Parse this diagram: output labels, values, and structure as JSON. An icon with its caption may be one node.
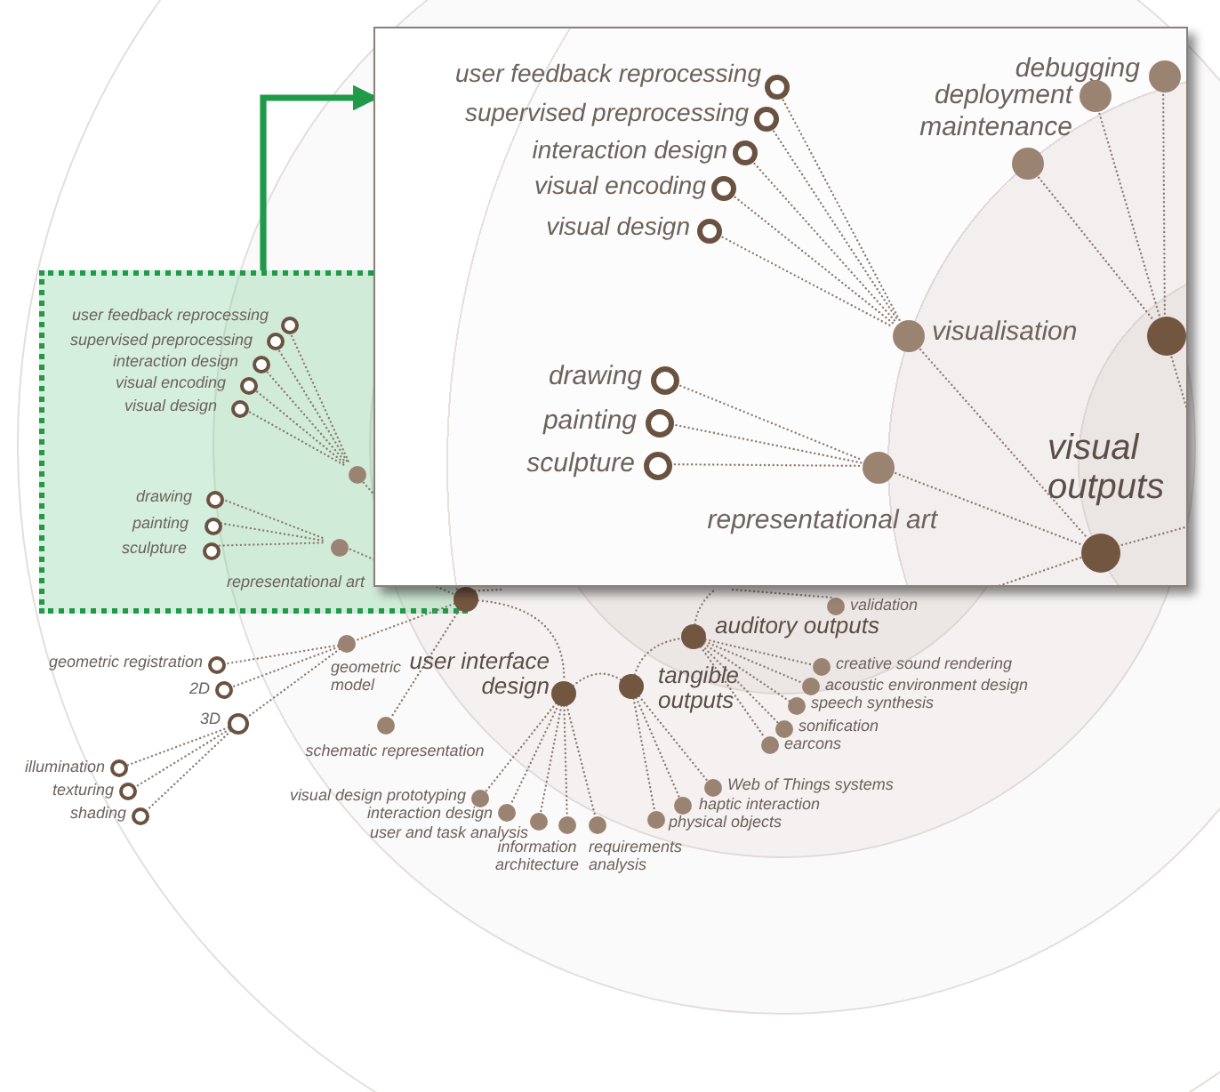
{
  "diagram": {
    "nodes": [
      {
        "text": [],
        "shape": "box"
      },
      {
        "text": [],
        "shape": "ring",
        "beside": [
          "user feedback reprocessing"
        ],
        "in": 0
      },
      {
        "text": [],
        "shape": "ring",
        "beside": [
          "supervised preprocessing"
        ],
        "in": 0
      },
      {
        "text": [],
        "shape": "ring",
        "beside": [
          "interaction design"
        ],
        "in": 0
      },
      {
        "text": [],
        "shape": "ring",
        "beside": [
          "visual encoding"
        ],
        "in": 0
      },
      {
        "text": [],
        "shape": "ring",
        "beside": [
          "visual design"
        ],
        "in": 0
      },
      {
        "text": [],
        "shape": "circle",
        "beside": [
          "debugging"
        ],
        "in": 0
      },
      {
        "text": [],
        "shape": "circle",
        "beside": [
          "deployment"
        ],
        "in": 0
      },
      {
        "text": [],
        "shape": "circle",
        "beside": [
          "maintenance"
        ],
        "in": 0
      },
      {
        "text": [],
        "shape": "circle",
        "beside": [
          "visualisation"
        ],
        "in": 0
      },
      {
        "text": [],
        "shape": "circle",
        "in": 0
      },
      {
        "text": [],
        "shape": "ring",
        "beside": [
          "drawing"
        ],
        "in": 0
      },
      {
        "text": [],
        "shape": "ring",
        "beside": [
          "painting"
        ],
        "in": 0
      },
      {
        "text": [],
        "shape": "ring",
        "beside": [
          "sculpture"
        ],
        "in": 0
      },
      {
        "text": [],
        "shape": "circle",
        "beside": [
          "visual outputs"
        ],
        "in": 0
      },
      {
        "text": [],
        "shape": "circle",
        "beside": [
          "representational art"
        ],
        "in": 0
      },
      {
        "text": [],
        "shape": "box"
      },
      {
        "text": [],
        "shape": "ring",
        "beside": [
          "user feedback reprocessing"
        ],
        "in": 16
      },
      {
        "text": [],
        "shape": "ring",
        "beside": [
          "supervised preprocessing"
        ],
        "in": 16
      },
      {
        "text": [],
        "shape": "ring",
        "beside": [
          "interaction design"
        ],
        "in": 16
      },
      {
        "text": [],
        "shape": "ring",
        "beside": [
          "visual encoding"
        ],
        "in": 16
      },
      {
        "text": [],
        "shape": "ring",
        "beside": [
          "visual design"
        ],
        "in": 16
      },
      {
        "text": [],
        "shape": "circle",
        "in": 16
      },
      {
        "text": [],
        "shape": "ring",
        "beside": [
          "drawing"
        ],
        "in": 16
      },
      {
        "text": [],
        "shape": "ring",
        "beside": [
          "painting"
        ],
        "in": 16
      },
      {
        "text": [],
        "shape": "ring",
        "beside": [
          "sculpture"
        ],
        "in": 16
      },
      {
        "text": [],
        "shape": "circle",
        "beside": [
          "representational art"
        ],
        "in": 16
      },
      {
        "text": [],
        "shape": "circle"
      },
      {
        "text": [],
        "shape": "circle",
        "beside": [
          "geometric model"
        ]
      },
      {
        "text": [],
        "shape": "ring",
        "beside": [
          "geometric registration"
        ]
      },
      {
        "text": [],
        "shape": "ring",
        "beside": [
          "2D"
        ]
      },
      {
        "text": [],
        "shape": "ring",
        "beside": [
          "3D"
        ]
      },
      {
        "text": [],
        "shape": "ring",
        "beside": [
          "illumination"
        ]
      },
      {
        "text": [],
        "shape": "ring",
        "beside": [
          "texturing"
        ]
      },
      {
        "text": [],
        "shape": "ring",
        "beside": [
          "shading"
        ]
      },
      {
        "text": [],
        "shape": "circle",
        "beside": [
          "schematic representation"
        ]
      },
      {
        "text": [],
        "shape": "circle",
        "beside": [
          "user interface design"
        ]
      },
      {
        "text": [],
        "shape": "circle",
        "beside": [
          "tangible outputs"
        ]
      },
      {
        "text": [],
        "shape": "circle",
        "beside": [
          "auditory outputs"
        ]
      },
      {
        "text": [],
        "shape": "circle",
        "beside": [
          "validation"
        ]
      },
      {
        "text": [],
        "shape": "circle",
        "beside": [
          "creative sound rendering"
        ]
      },
      {
        "text": [],
        "shape": "circle",
        "beside": [
          "acoustic environment design"
        ]
      },
      {
        "text": [],
        "shape": "circle",
        "beside": [
          "speech synthesis"
        ]
      },
      {
        "text": [],
        "shape": "circle",
        "beside": [
          "sonification"
        ]
      },
      {
        "text": [],
        "shape": "circle",
        "beside": [
          "earcons"
        ]
      },
      {
        "text": [],
        "shape": "circle",
        "beside": [
          "Web of Things systems"
        ]
      },
      {
        "text": [],
        "shape": "circle",
        "beside": [
          "haptic interaction"
        ]
      },
      {
        "text": [],
        "shape": "circle",
        "beside": [
          "physical objects"
        ]
      },
      {
        "text": [],
        "shape": "circle",
        "beside": [
          "visual design prototyping"
        ]
      },
      {
        "text": [],
        "shape": "circle",
        "beside": [
          "interaction design"
        ]
      },
      {
        "text": [],
        "shape": "circle",
        "beside": [
          "user and task analysis"
        ]
      },
      {
        "text": [],
        "shape": "circle",
        "beside": [
          "information architecture"
        ]
      },
      {
        "text": [],
        "shape": "circle",
        "beside": [
          "requirements analysis"
        ]
      }
    ],
    "edges": [
      {
        "from": 16,
        "to": 0,
        "arrow": "to",
        "style": "thick",
        "color": "#1f9a48"
      },
      {
        "from": 1,
        "to": 9,
        "arrow": "none",
        "style": "dashed"
      },
      {
        "from": 2,
        "to": 9,
        "arrow": "none",
        "style": "dashed"
      },
      {
        "from": 3,
        "to": 9,
        "arrow": "none",
        "style": "dashed"
      },
      {
        "from": 4,
        "to": 9,
        "arrow": "none",
        "style": "dashed"
      },
      {
        "from": 5,
        "to": 9,
        "arrow": "none",
        "style": "dashed"
      },
      {
        "from": 11,
        "to": 15,
        "arrow": "none",
        "style": "dashed"
      },
      {
        "from": 12,
        "to": 15,
        "arrow": "none",
        "style": "dashed"
      },
      {
        "from": 13,
        "to": 15,
        "arrow": "none",
        "style": "dashed"
      },
      {
        "from": 9,
        "to": 14,
        "arrow": "none",
        "style": "dashed"
      },
      {
        "from": 15,
        "to": 14,
        "arrow": "none",
        "style": "dashed"
      },
      {
        "from": 6,
        "to": 10,
        "arrow": "none",
        "style": "dashed"
      },
      {
        "from": 7,
        "to": 10,
        "arrow": "none",
        "style": "dashed"
      },
      {
        "from": 8,
        "to": 10,
        "arrow": "none",
        "style": "dashed"
      },
      {
        "from": 10,
        "to": null,
        "arrow": "none",
        "style": "dashed"
      },
      {
        "from": 14,
        "to": null,
        "arrow": "none",
        "style": "dashed"
      },
      {
        "from": 14,
        "to": null,
        "arrow": "none",
        "style": "dashed"
      },
      {
        "from": 17,
        "to": 22,
        "arrow": "none",
        "style": "dashed"
      },
      {
        "from": 18,
        "to": 22,
        "arrow": "none",
        "style": "dashed"
      },
      {
        "from": 19,
        "to": 22,
        "arrow": "none",
        "style": "dashed"
      },
      {
        "from": 20,
        "to": 22,
        "arrow": "none",
        "style": "dashed"
      },
      {
        "from": 21,
        "to": 22,
        "arrow": "none",
        "style": "dashed"
      },
      {
        "from": 23,
        "to": 26,
        "arrow": "none",
        "style": "dashed"
      },
      {
        "from": 24,
        "to": 26,
        "arrow": "none",
        "style": "dashed"
      },
      {
        "from": 25,
        "to": 26,
        "arrow": "none",
        "style": "dashed"
      },
      {
        "from": 22,
        "to": 27,
        "arrow": "none",
        "style": "dashed"
      },
      {
        "from": 26,
        "to": 27,
        "arrow": "none",
        "style": "dashed"
      },
      {
        "from": 27,
        "to": 28,
        "arrow": "none",
        "style": "dashed"
      },
      {
        "from": 27,
        "to": 35,
        "arrow": "none",
        "style": "dashed"
      },
      {
        "from": 28,
        "to": 29,
        "arrow": "none",
        "style": "dashed"
      },
      {
        "from": 28,
        "to": 30,
        "arrow": "none",
        "style": "dashed"
      },
      {
        "from": 28,
        "to": 31,
        "arrow": "none",
        "style": "dashed"
      },
      {
        "from": 31,
        "to": 32,
        "arrow": "none",
        "style": "dashed"
      },
      {
        "from": 31,
        "to": 33,
        "arrow": "none",
        "style": "dashed"
      },
      {
        "from": 31,
        "to": 34,
        "arrow": "none",
        "style": "dashed"
      },
      {
        "from": 27,
        "to": 36,
        "arrow": "none",
        "style": "dashed"
      },
      {
        "from": 36,
        "to": 48,
        "arrow": "none",
        "style": "dashed"
      },
      {
        "from": 36,
        "to": 49,
        "arrow": "none",
        "style": "dashed"
      },
      {
        "from": 36,
        "to": 50,
        "arrow": "none",
        "style": "dashed"
      },
      {
        "from": 36,
        "to": 51,
        "arrow": "none",
        "style": "dashed"
      },
      {
        "from": 36,
        "to": 52,
        "arrow": "none",
        "style": "dashed"
      },
      {
        "from": 36,
        "to": 37,
        "arrow": "none",
        "style": "dashed"
      },
      {
        "from": 37,
        "to": 45,
        "arrow": "none",
        "style": "dashed"
      },
      {
        "from": 37,
        "to": 46,
        "arrow": "none",
        "style": "dashed"
      },
      {
        "from": 37,
        "to": 47,
        "arrow": "none",
        "style": "dashed"
      },
      {
        "from": 37,
        "to": 38,
        "arrow": "none",
        "style": "dashed"
      },
      {
        "from": 38,
        "to": 40,
        "arrow": "none",
        "style": "dashed"
      },
      {
        "from": 38,
        "to": 41,
        "arrow": "none",
        "style": "dashed"
      },
      {
        "from": 38,
        "to": 42,
        "arrow": "none",
        "style": "dashed"
      },
      {
        "from": 38,
        "to": 43,
        "arrow": "none",
        "style": "dashed"
      },
      {
        "from": 38,
        "to": 44,
        "arrow": "none",
        "style": "dashed"
      },
      {
        "from": 0,
        "to": 39,
        "arrow": "none",
        "style": "dashed"
      },
      {
        "from": 38,
        "to": 0,
        "arrow": "none",
        "style": "dashed"
      },
      {
        "from": 27,
        "to": 0,
        "arrow": "none",
        "style": "dashed"
      }
    ]
  }
}
